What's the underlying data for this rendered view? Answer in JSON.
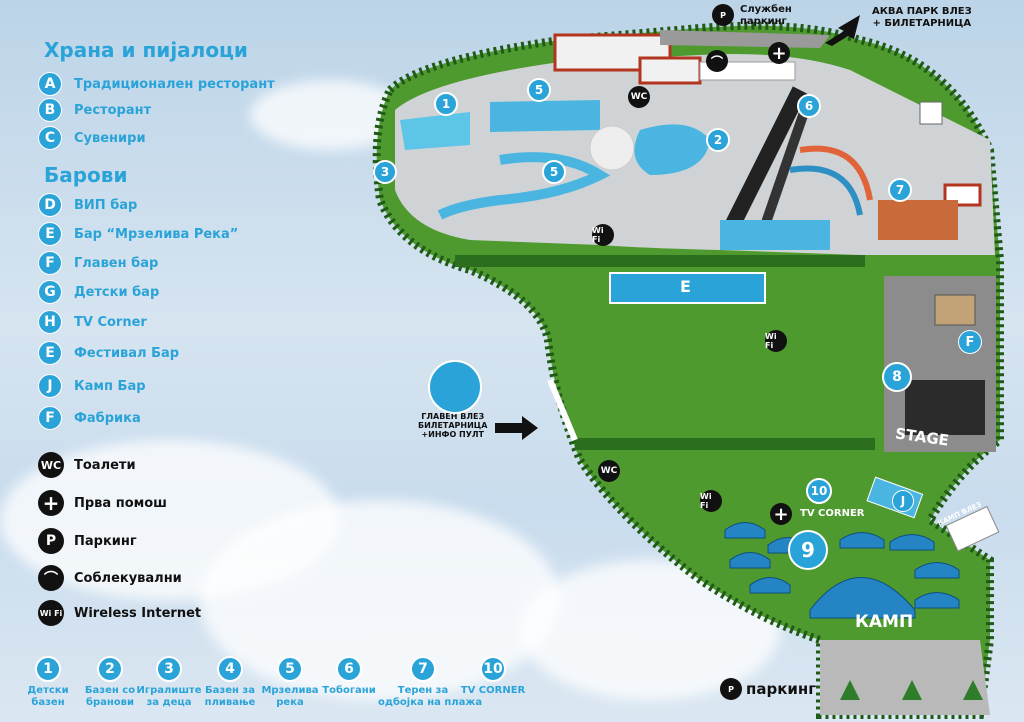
{
  "legend": {
    "food_title": "Храна и пијалоци",
    "food_items": [
      {
        "key": "A",
        "label": "Традиционален ресторант"
      },
      {
        "key": "B",
        "label": "Ресторант"
      },
      {
        "key": "C",
        "label": "Сувенири"
      }
    ],
    "bars_title": "Барови",
    "bar_items": [
      {
        "key": "D",
        "label": "ВИП бар"
      },
      {
        "key": "E",
        "label": "Бар “Мрзелива Река”"
      },
      {
        "key": "F",
        "label": "Главен бар"
      },
      {
        "key": "G",
        "label": "Детски бар"
      },
      {
        "key": "H",
        "label": "TV Corner"
      },
      {
        "key": "E",
        "label": "Фестивал Бар"
      },
      {
        "key": "J",
        "label": "Камп Бар"
      },
      {
        "key": "F",
        "label": "Фабрика"
      }
    ],
    "symbols": [
      {
        "icon": "wc-icon",
        "glyph": "WC",
        "label": "Тоалети"
      },
      {
        "icon": "first-aid-icon",
        "glyph": "+",
        "label": "Прва помош"
      },
      {
        "icon": "parking-icon",
        "glyph": "P",
        "label": "Паркинг"
      },
      {
        "icon": "hanger-icon",
        "glyph": "⌒",
        "label": "Соблекувални"
      },
      {
        "icon": "wifi-icon",
        "glyph": "Wi Fi",
        "label": "Wireless Internet"
      }
    ]
  },
  "numbered": [
    {
      "num": "1",
      "label": "Детски\nбазен"
    },
    {
      "num": "2",
      "label": "Базен со\nбранови"
    },
    {
      "num": "3",
      "label": "Игралиште\nза деца"
    },
    {
      "num": "4",
      "label": "Базен за\nпливање"
    },
    {
      "num": "5",
      "label": "Мрзелива\nрека"
    },
    {
      "num": "6",
      "label": "Тобогани"
    },
    {
      "num": "7",
      "label": "Терен за\nодбојка на плажа"
    },
    {
      "num": "10",
      "label": "TV CORNER"
    }
  ],
  "map": {
    "staff_parking": "Службен\nпаркинг",
    "aqua_entrance": "АКВА ПАРК ВЛЕЗ\n+ БИЛЕТАРНИЦА",
    "main_entrance": "ГЛАВЕН ВЛЕЗ\nБИЛЕТАРНИЦА\n+ИНФО ПУЛТ",
    "stage": "STAGE",
    "camp": "КАМП",
    "camp_entrance": "КАМП ВЛЕЗ",
    "parking": "паркинг",
    "tv_corner": "TV CORNER",
    "wifi": "Wi Fi",
    "wc": "WC",
    "p": "P",
    "e_bar": "E",
    "f_bar": "F",
    "j_bar": "J",
    "pin8": "8",
    "pin9": "9",
    "pin10": "10"
  },
  "colors": {
    "accent": "#2aa3d8",
    "grass": "#4f9a2f",
    "hedge": "#1f5a16"
  }
}
